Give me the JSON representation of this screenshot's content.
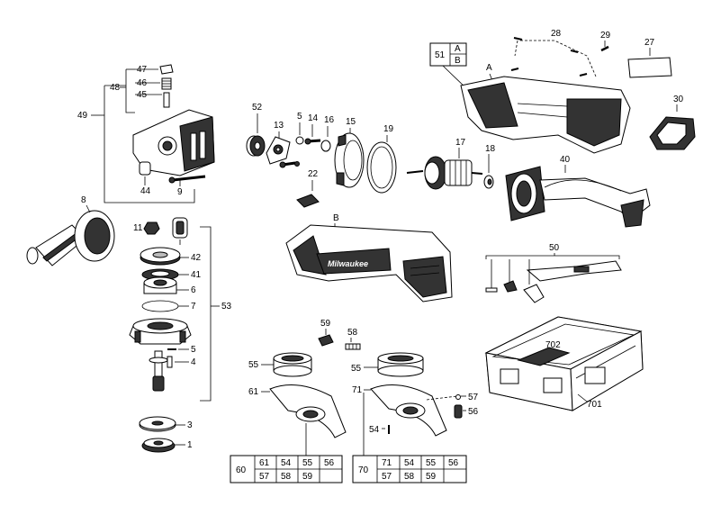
{
  "labels": {
    "p1": "1",
    "p3": "3",
    "p4": "4",
    "p5": "5",
    "p6": "6",
    "p7": "7",
    "p8": "8",
    "p9": "9",
    "p11": "11",
    "p13": "13",
    "p14": "14",
    "p15": "15",
    "p16": "16",
    "p17": "17",
    "p18": "18",
    "p19": "19",
    "p22": "22",
    "p27": "27",
    "p28": "28",
    "p29": "29",
    "p30": "30",
    "p40": "40",
    "p41": "41",
    "p42": "42",
    "p44": "44",
    "p45": "45",
    "p46": "46",
    "p47": "47",
    "p48": "48",
    "p49": "49",
    "p50": "50",
    "p52": "52",
    "p53": "53",
    "p54": "54",
    "p55a": "55",
    "p55b": "55",
    "p56": "56",
    "p57": "57",
    "p58": "58",
    "p59": "59",
    "p61": "61",
    "p71": "71",
    "p701": "701",
    "p702": "702",
    "pA": "A",
    "pB": "B"
  },
  "box51": {
    "num": "51",
    "a": "A",
    "b": "B"
  },
  "table60": {
    "group": "60",
    "row1": [
      "61",
      "54",
      "55",
      "56"
    ],
    "row2": [
      "57",
      "58",
      "59",
      ""
    ]
  },
  "table70": {
    "group": "70",
    "row1": [
      "71",
      "54",
      "55",
      "56"
    ],
    "row2": [
      "57",
      "58",
      "59",
      ""
    ]
  },
  "brand_text": "Milwaukee"
}
